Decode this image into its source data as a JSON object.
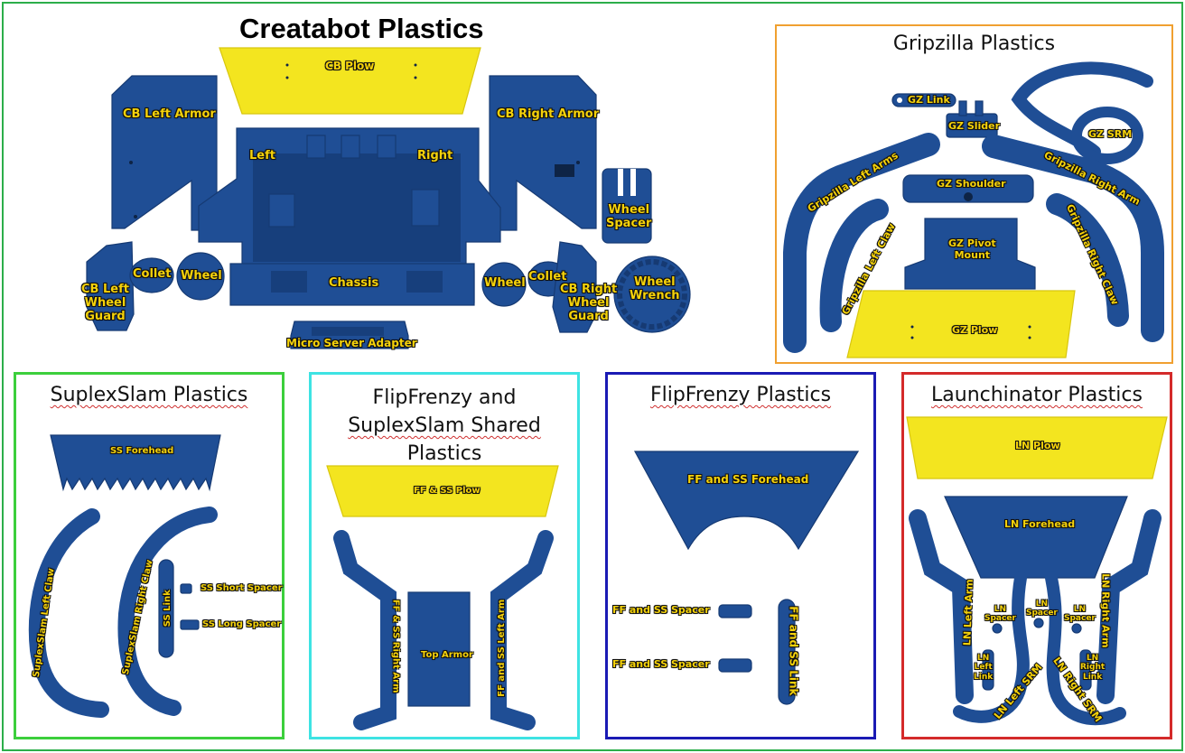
{
  "title": "Creatabot Plastics",
  "colors": {
    "part_blue": "#1f4e95",
    "part_yellow": "#f3e51f",
    "label_text": "#f5d20a",
    "outer_border": "#2cae4a",
    "gripzilla_border": "#f0a030",
    "suplexslam_border": "#3ccf3c",
    "shared_border": "#3ee3e3",
    "flipfrenzy_border": "#1a1ab4",
    "launchinator_border": "#d42a2a"
  },
  "sections": {
    "creatabot": {
      "labels": {
        "cb_plow": "CB Plow",
        "cb_left_armor": "CB Left Armor",
        "cb_right_armor": "CB Right Armor",
        "left": "Left",
        "right": "Right",
        "wheel_spacer": "Wheel\nSpacer",
        "collet_left": "Collet",
        "wheel_left": "Wheel",
        "cb_left_wheel_guard": "CB Left\nWheel\nGuard",
        "chassis": "Chassis",
        "wheel_right": "Wheel",
        "collet_right": "Collet",
        "cb_right_wheel_guard": "CB Right\nWheel\nGuard",
        "wheel_wrench": "Wheel\nWrench",
        "micro_server_adapter": "Micro Server Adapter"
      }
    },
    "gripzilla": {
      "title": "Gripzilla Plastics",
      "labels": {
        "gz_link": "GZ Link",
        "gz_slider": "GZ Slider",
        "gz_srm": "GZ SRM",
        "gripzilla_left_arms": "Gripzilla Left Arms",
        "gripzilla_right_arm": "Gripzilla Right Arm",
        "gz_shoulder": "GZ Shoulder",
        "gripzilla_left_claw": "Gripzilla Left Claw",
        "gripzilla_right_claw": "Gripzilla Right Claw",
        "gz_pivot_mount": "GZ Pivot\nMount",
        "gz_plow": "GZ Plow"
      }
    },
    "suplexslam": {
      "title": "SuplexSlam Plastics",
      "labels": {
        "ss_forehead": "SS Forehead",
        "suplexslam_left_claw": "SuplexSlam Left Claw",
        "suplexslam_right_claw": "SuplexSlam Right Claw",
        "ss_link": "SS Link",
        "ss_short_spacer": "SS Short Spacer",
        "ss_long_spacer": "SS Long Spacer"
      }
    },
    "shared": {
      "title_line1": "FlipFrenzy and",
      "title_line2": "SuplexSlam Shared",
      "title_line3": "Plastics",
      "labels": {
        "ff_ss_plow": "FF & SS Plow",
        "ff_ss_right_arm": "FF & SS Right Arm",
        "top_armor": "Top Armor",
        "ff_ss_left_arm": "FF and SS Left Arm"
      }
    },
    "flipfrenzy": {
      "title": "FlipFrenzy Plastics",
      "labels": {
        "ff_ss_forehead": "FF and SS Forehead",
        "ff_ss_spacer_1": "FF and SS Spacer",
        "ff_ss_spacer_2": "FF and SS Spacer",
        "ff_ss_link": "FF and SS Link"
      }
    },
    "launchinator": {
      "title": "Launchinator Plastics",
      "labels": {
        "ln_plow": "LN Plow",
        "ln_forehead": "LN Forehead",
        "ln_left_arm": "LN Left Arm",
        "ln_spacer_1": "LN\nSpacer",
        "ln_spacer_2": "LN\nSpacer",
        "ln_spacer_3": "LN\nSpacer",
        "ln_right_arm": "LN Right Arm",
        "ln_left_link": "LN\nLeft\nLink",
        "ln_right_link": "LN\nRight\nLink",
        "ln_left_srm": "LN Left SRM",
        "ln_right_srm": "LN Right SRM"
      }
    }
  }
}
